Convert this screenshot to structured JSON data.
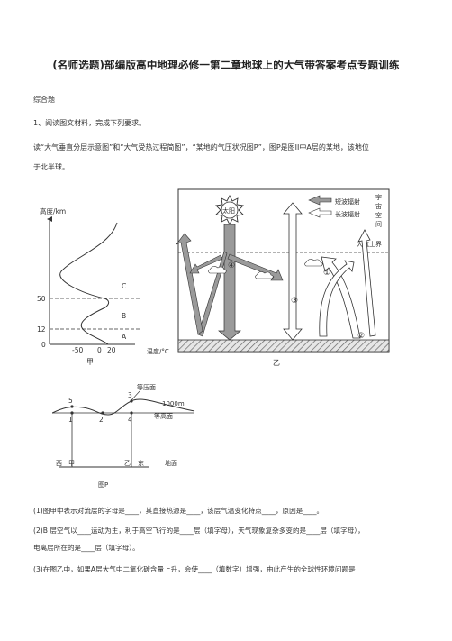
{
  "title": "(名师选题)部编版高中地理必修一第二章地球上的大气带答案考点专题训练",
  "section": "综合题",
  "question1": "1、阅读图文材料，完成下列要求。",
  "intro_line1": "读“大气垂直分层示意图”和“大气受热过程简图”，“某地的气压状况图P”，图P是图II中A层的某地，该地位",
  "intro_line2": "于北半球。",
  "fig_jia": {
    "ylabel": "高度/km",
    "xlabel": "温度/°C",
    "y_ticks": [
      "50",
      "12",
      "0"
    ],
    "x_ticks": [
      "-50",
      "0",
      "20"
    ],
    "layers": [
      "C",
      "B",
      "A"
    ],
    "caption": "甲"
  },
  "fig_yi": {
    "legend_short": "短波辐射",
    "legend_long": "长波辐射",
    "space": [
      "宇",
      "宙",
      "空",
      "间"
    ],
    "upper_boundary": "大气上界",
    "sun": "太阳",
    "markers": [
      "④",
      "③",
      "①",
      "②"
    ],
    "caption": "乙"
  },
  "fig_p": {
    "isobar_label": "等压面",
    "height_label": "1000m",
    "level_label": "等高面",
    "points": [
      "5",
      "3",
      "1",
      "2",
      "4"
    ],
    "west": "西",
    "east": "东",
    "jia": "甲",
    "yi": "乙",
    "ground": "地面",
    "caption": "图P"
  },
  "q1": "(1)图甲中表示对流层的字母是____，其直接热源是____，该层气温变化特点____，原因是____。",
  "q2a": "(2)B 层空气以____运动为主，利于高空飞行的是____层（填字母），天气现象复杂多变的是____层（填字母），",
  "q2b": "电离层所在的是____层（填字母）。",
  "q3": "(3)在图乙中，如果A层大气中二氧化碳含量上升，会使____（填数字）增强，由此产生的全球性环境问题是"
}
